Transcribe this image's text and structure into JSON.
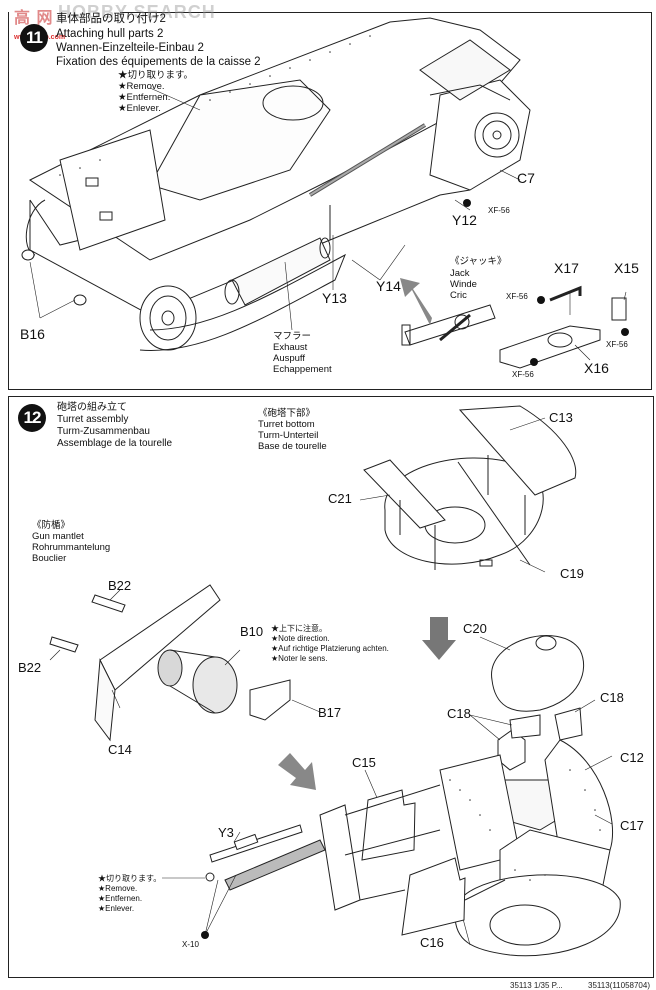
{
  "watermark": {
    "logo_text": "高 网",
    "search_text": "HOBBY SEARCH",
    "url_text": "www.shop.com"
  },
  "step11": {
    "number": "11",
    "title_jp": "車体部品の取り付け2",
    "title_en": "Attaching hull parts 2",
    "title_de": "Wannen-Einzelteile-Einbau 2",
    "title_fr": "Fixation des équipements de la caisse 2",
    "remove_note": [
      "★切り取ります。",
      "★Remove.",
      "★Entfernen.",
      "★Enlever."
    ],
    "exhaust_note": [
      "マフラー",
      "Exhaust",
      "Auspuff",
      "Echappement"
    ],
    "jack_note": [
      "《ジャッキ》",
      "Jack",
      "Winde",
      "Cric"
    ],
    "parts": {
      "c7": "C7",
      "y12": "Y12",
      "y13": "Y13",
      "y14": "Y14",
      "b16": "B16",
      "x15": "X15",
      "x16": "X16",
      "x17": "X17"
    },
    "paint": "XF-56"
  },
  "step12": {
    "number": "12",
    "title_jp": "砲塔の組み立て",
    "title_en": "Turret assembly",
    "title_de": "Turm-Zusammenbau",
    "title_fr": "Assemblage de la tourelle",
    "turret_bottom_note": [
      "《砲塔下部》",
      "Turret bottom",
      "Turm-Unterteil",
      "Base de tourelle"
    ],
    "mantlet_note": [
      "《防楯》",
      "Gun mantlet",
      "Rohrummantelung",
      "Bouclier"
    ],
    "direction_note": [
      "★上下に注意。",
      "★Note direction.",
      "★Auf richtige Platzierung achten.",
      "★Noter le sens."
    ],
    "remove_note": [
      "★切り取ります。",
      "★Remove.",
      "★Entfernen.",
      "★Enlever."
    ],
    "parts": {
      "c12": "C12",
      "c13": "C13",
      "c14": "C14",
      "c15": "C15",
      "c16": "C16",
      "c17": "C17",
      "c18": "C18",
      "c19": "C19",
      "c20": "C20",
      "c21": "C21",
      "b10": "B10",
      "b17": "B17",
      "b22": "B22",
      "y3": "Y3"
    },
    "paint": "X-10"
  },
  "footer": {
    "left": "35113 1/35 P...",
    "right": "35113(11058704)"
  }
}
